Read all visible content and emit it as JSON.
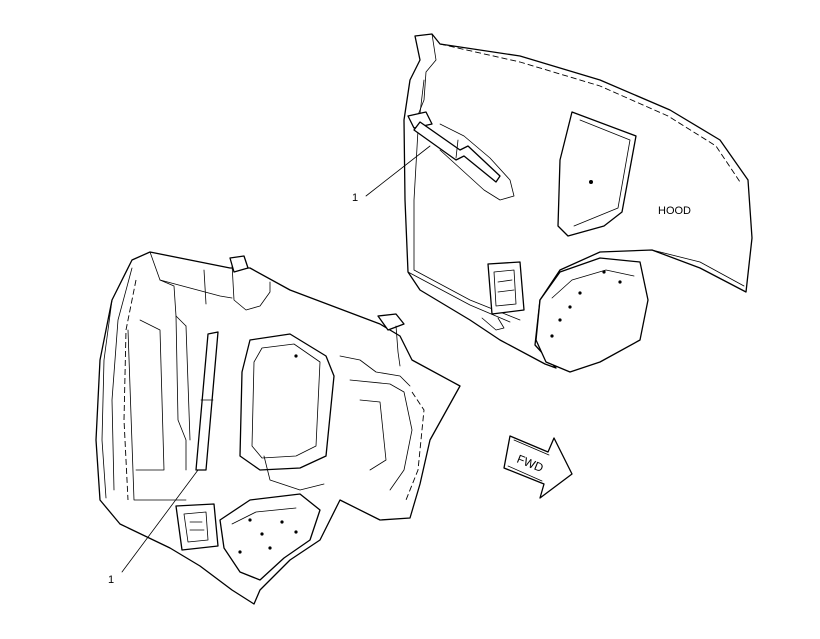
{
  "labels": {
    "hood": "HOOD",
    "fwd": "FWD",
    "callout_upper": "1",
    "callout_lower": "1"
  }
}
